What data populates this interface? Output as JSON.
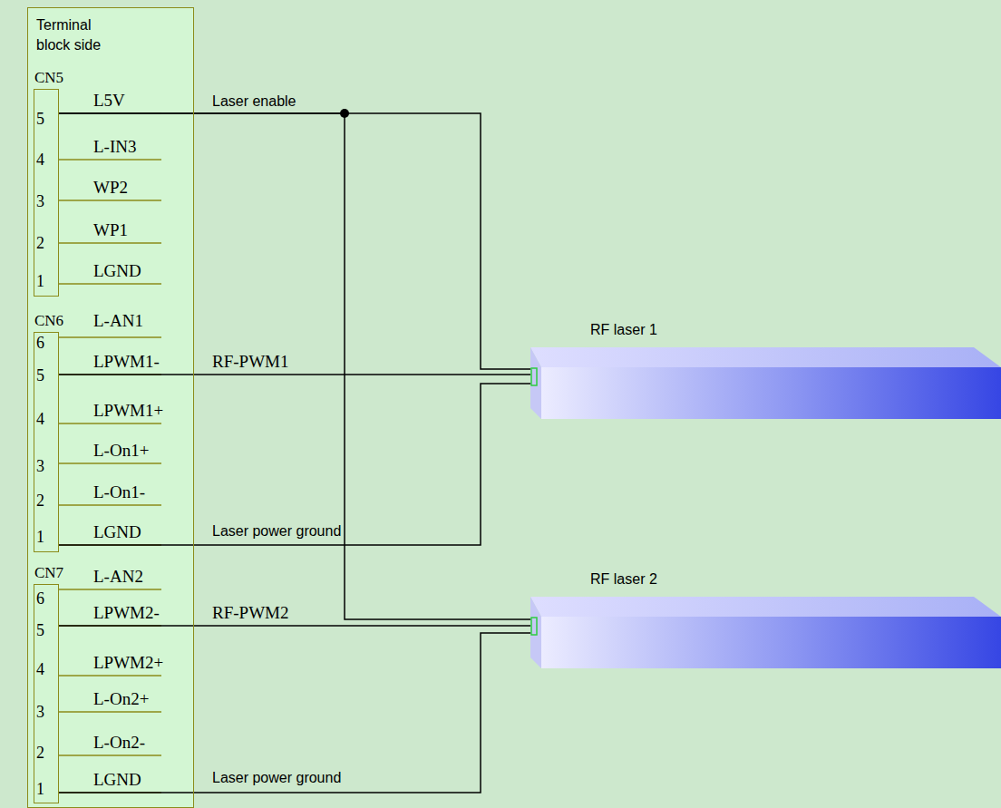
{
  "diagram": {
    "nodes": [
      {
        "text": [
          "Terminal block side"
        ]
      },
      {
        "text": [
          "CN5"
        ],
        "in": 0
      },
      {
        "text": [
          "CN6"
        ],
        "in": 0
      },
      {
        "text": [
          "CN7"
        ],
        "in": 0
      },
      {
        "text": [
          "RF laser 1"
        ]
      },
      {
        "text": [
          "RF laser 2"
        ]
      }
    ],
    "edges": [
      {
        "from": 1,
        "to": 4,
        "label": "Laser enable",
        "arrow": "none"
      },
      {
        "from": 1,
        "to": 5,
        "arrow": "none"
      },
      {
        "from": 2,
        "to": 4,
        "label": "RF-PWM1",
        "arrow": "none"
      },
      {
        "from": 2,
        "to": 4,
        "label": "Laser power ground",
        "arrow": "none"
      },
      {
        "from": 3,
        "to": 5,
        "label": "RF-PWM2",
        "arrow": "none"
      },
      {
        "from": 3,
        "to": 5,
        "label": "Laser power ground",
        "arrow": "none"
      }
    ],
    "labels": [
      "5",
      "L5V",
      "4",
      "L-IN3",
      "3",
      "WP2",
      "2",
      "WP1",
      "1",
      "LGND",
      "6",
      "L-AN1",
      "5",
      "LPWM1-",
      "4",
      "LPWM1+",
      "3",
      "L-On1+",
      "2",
      "L-On1-",
      "1",
      "LGND",
      "6",
      "L-AN2",
      "5",
      "LPWM2-",
      "4",
      "LPWM2+",
      "3",
      "L-On2+",
      "2",
      "L-On2-",
      "1",
      "LGND"
    ]
  }
}
